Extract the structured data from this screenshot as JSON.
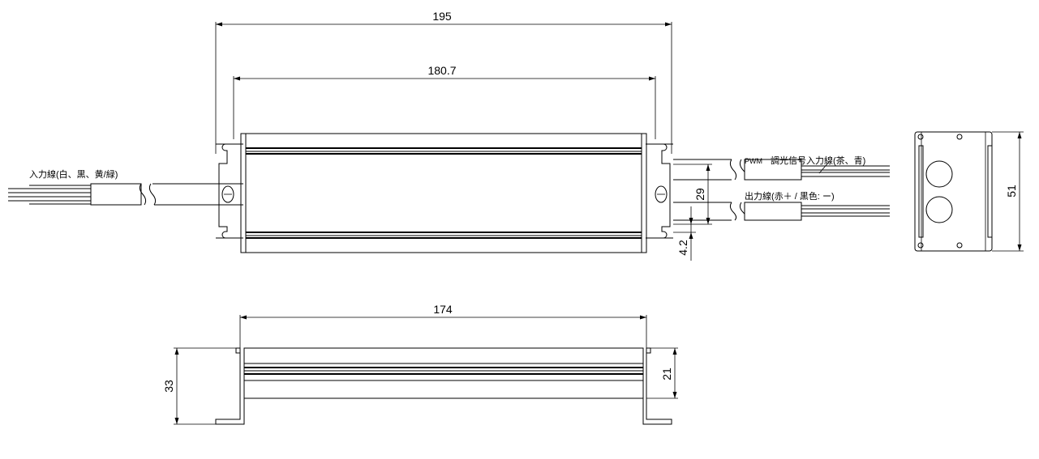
{
  "dimensions": {
    "overall_length": "195",
    "body_length": "180.7",
    "height_mid": "29",
    "hole_offset": "4.2",
    "end_width": "51",
    "bottom_length": "174",
    "total_height": "33",
    "body_height": "21"
  },
  "labels": {
    "input_wire": "入力線(白、黒、黄/緑)",
    "pwm_prefix": "PWM",
    "pwm_wire": "調光信号入力線(茶、青)",
    "output_wire": "出力線(赤＋ / 黒色: ー)"
  }
}
